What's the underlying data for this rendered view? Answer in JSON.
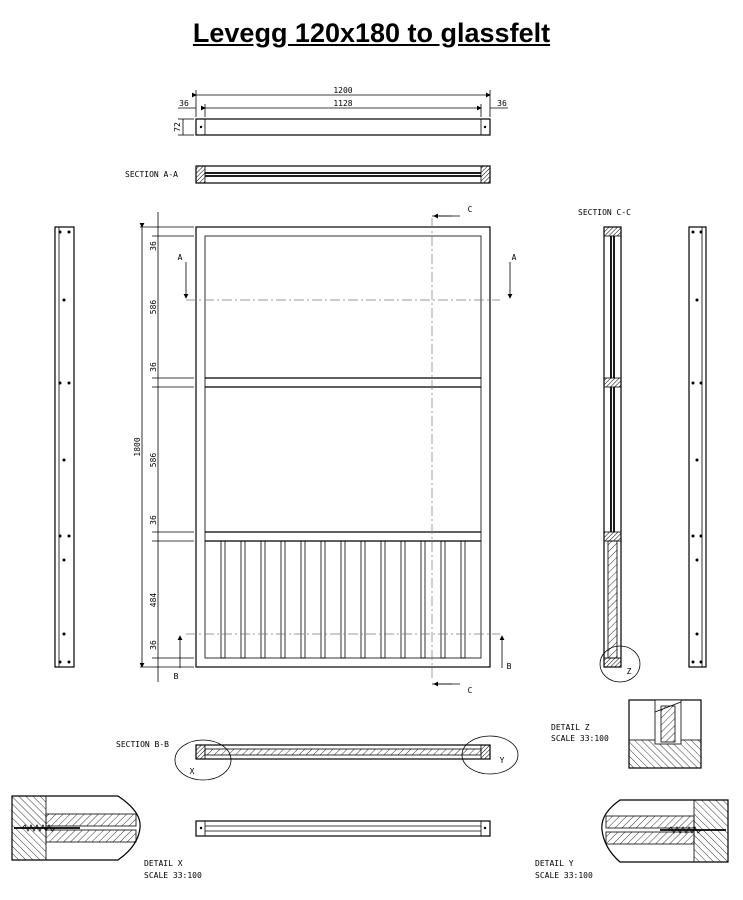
{
  "title": "Levegg 120x180 to glassfelt",
  "dimensions": {
    "width_total": "1200",
    "width_inner": "1128",
    "side_left": "36",
    "side_right": "36",
    "depth": "72",
    "height_total": "1800",
    "rail_top": "36",
    "panel_upper": "586",
    "rail_mid1": "36",
    "panel_middle": "586",
    "rail_mid2": "36",
    "panel_lower": "484",
    "rail_bottom": "36"
  },
  "sections": {
    "aa": "SECTION  A-A",
    "bb": "SECTION  B-B",
    "cc": "SECTION  C-C"
  },
  "markers": {
    "a": "A",
    "b": "B",
    "c": "C",
    "x": "X",
    "y": "Y",
    "z": "Z"
  },
  "details": {
    "z_title": "DETAIL  Z",
    "z_scale": "SCALE  33:100",
    "x_title": "DETAIL  X",
    "x_scale": "SCALE  33:100",
    "y_title": "DETAIL  Y",
    "y_scale": "SCALE  33:100"
  }
}
